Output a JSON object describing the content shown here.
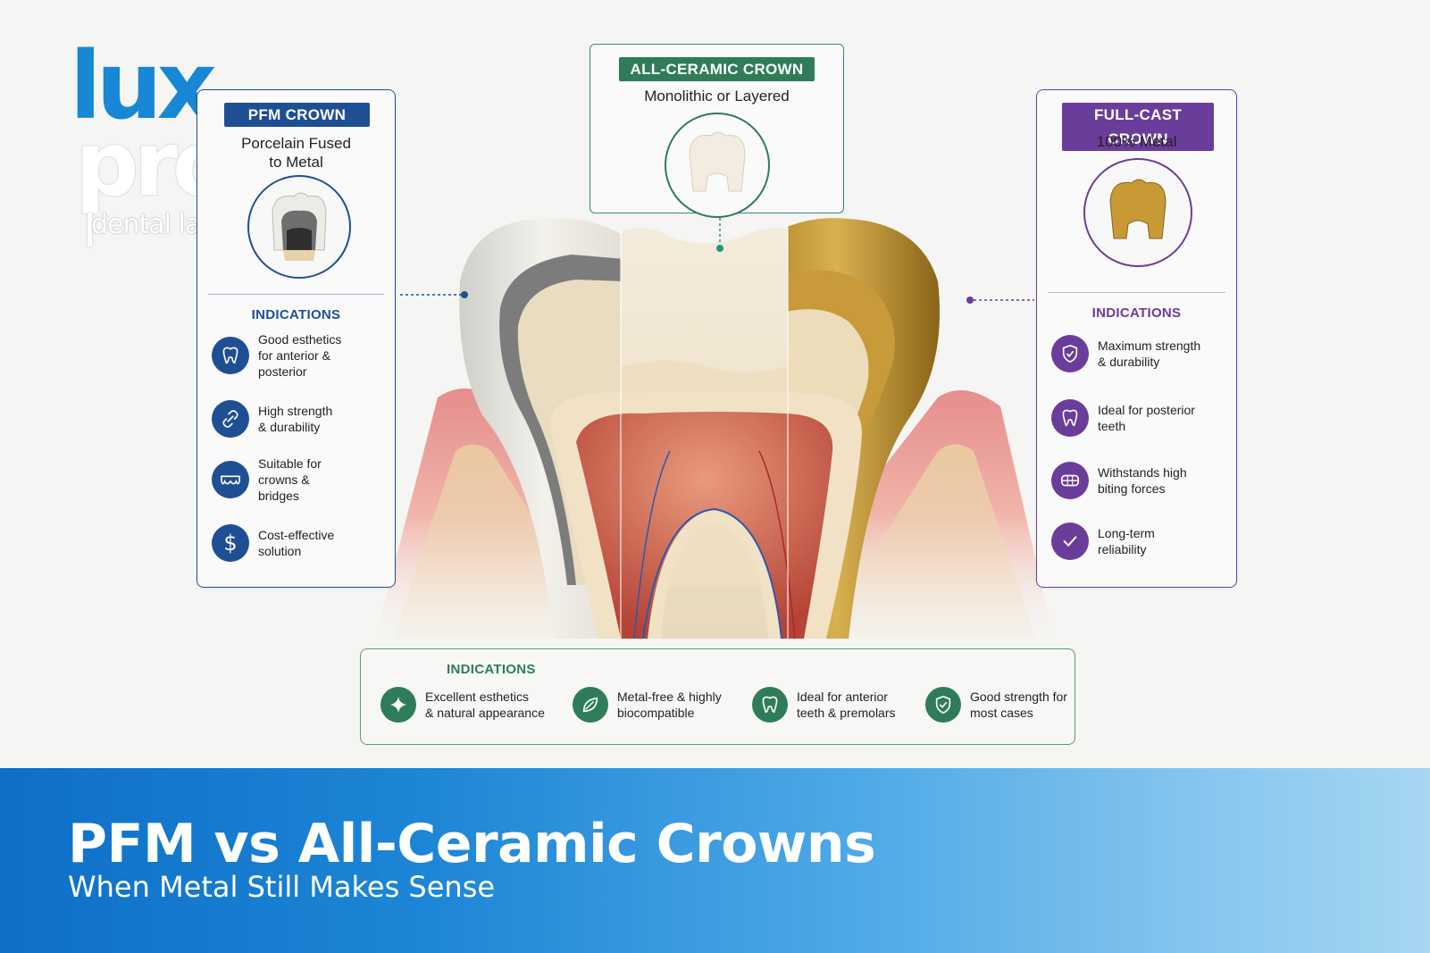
{
  "logo": {
    "line1": "lux",
    "line2": "pro",
    "line3": "dental lab"
  },
  "colors": {
    "pfm": "#1f4f93",
    "ceramic": "#2e7d57",
    "fullcast": "#6b3d9a",
    "banner": "#1584d6"
  },
  "pfm": {
    "tag": "PFM CROWN",
    "subtitle_line1": "Porcelain Fused",
    "subtitle_line2": "to Metal",
    "heading": "INDICATIONS",
    "items": [
      {
        "icon": "tooth-icon",
        "text_lines": [
          "Good esthetics",
          "for anterior &",
          "posterior"
        ]
      },
      {
        "icon": "link-icon",
        "text_lines": [
          "High strength",
          "& durability"
        ]
      },
      {
        "icon": "bridge-icon",
        "text_lines": [
          "Suitable for",
          "crowns &",
          "bridges"
        ]
      },
      {
        "icon": "dollar-icon",
        "text_lines": [
          "Cost-effective",
          "solution"
        ]
      }
    ]
  },
  "ceramic": {
    "tag": "ALL-CERAMIC CROWN",
    "subtitle": "Monolithic or Layered",
    "heading": "INDICATIONS",
    "items": [
      {
        "icon": "sparkle-icon",
        "text_lines": [
          "Excellent esthetics",
          "& natural appearance"
        ]
      },
      {
        "icon": "leaf-icon",
        "text_lines": [
          "Metal-free & highly",
          "biocompatible"
        ]
      },
      {
        "icon": "tooth-icon",
        "text_lines": [
          "Ideal for anterior",
          "teeth & premolars"
        ]
      },
      {
        "icon": "shield-check-icon",
        "text_lines": [
          "Good strength for",
          "most cases"
        ]
      }
    ]
  },
  "fullcast": {
    "tag": "FULL-CAST CROWN",
    "subtitle": "100% Metal",
    "heading": "INDICATIONS",
    "items": [
      {
        "icon": "shield-check-icon",
        "text_lines": [
          "Maximum strength",
          "& durability"
        ]
      },
      {
        "icon": "tooth-icon",
        "text_lines": [
          "Ideal for posterior",
          "teeth"
        ]
      },
      {
        "icon": "bite-icon",
        "text_lines": [
          "Withstands high",
          "biting forces"
        ]
      },
      {
        "icon": "checkmark-icon",
        "text_lines": [
          "Long-term",
          "reliability"
        ]
      }
    ]
  },
  "banner": {
    "title": "PFM vs All-Ceramic Crowns",
    "subtitle": "When Metal Still Makes Sense"
  }
}
